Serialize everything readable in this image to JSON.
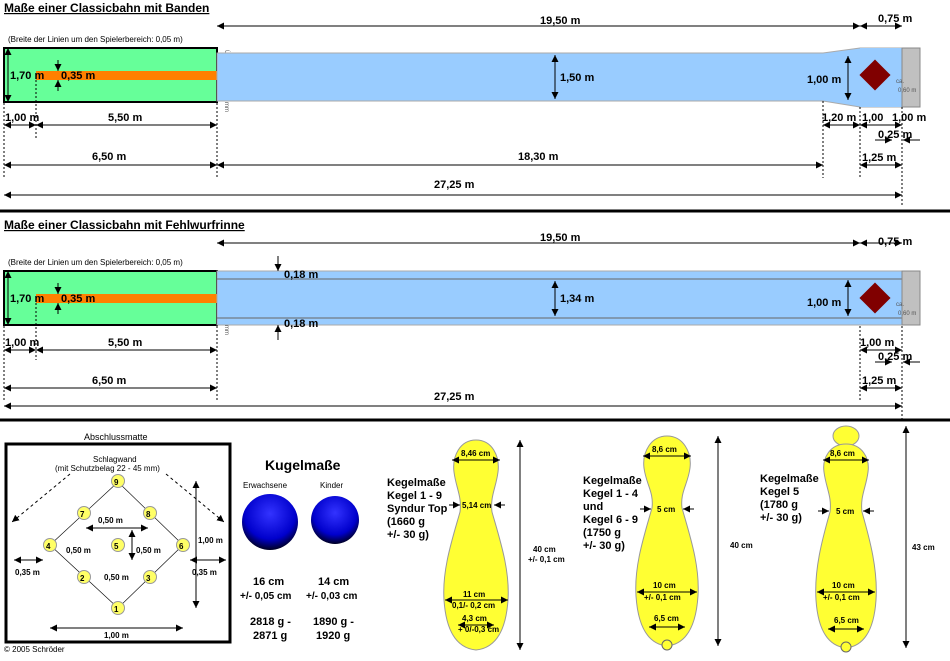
{
  "colors": {
    "green_area": "#66ff99",
    "lane_blue": "#99ccff",
    "orange_line": "#ff8000",
    "pin_diamond": "#800000",
    "end_grey": "#c0c0c0",
    "pin_yellow": "#ffff33",
    "ball_blue": "#0000ff"
  },
  "section1": {
    "title": "Maße einer Classicbahn mit Banden",
    "note": "(Breite der Linien um den Spielerbereich: 0,05 m)",
    "vertical_text": "Übertrittsanzeige 5 mm",
    "d_19_50": "19,50 m",
    "d_0_75": "0,75 m",
    "d_1_70": "1,70 m",
    "d_0_35": "0,35 m",
    "d_1_50": "1,50 m",
    "d_1_00_w": "1,00 m",
    "d_1_00": "1,00 m",
    "d_5_50": "5,50 m",
    "d_1_20": "1,20 m",
    "d_1_00_a": "1,00",
    "d_1_00_b": "1,00 m",
    "d_0_25": "0,25 m",
    "d_6_50": "6,50 m",
    "d_18_30": "18,30 m",
    "d_1_25": "1,25 m",
    "d_27_25": "27,25 m",
    "end_a": "ca.",
    "end_b": "0,60 m"
  },
  "section2": {
    "title": "Maße einer Classicbahn mit Fehlwurfrinne",
    "note": "(Breite der Linien um den Spielerbereich: 0,05 m)",
    "vertical_text": "Übertrittsanzeige 5 mm",
    "d_19_50": "19,50 m",
    "d_0_75": "0,75 m",
    "d_0_18_top": "0,18 m",
    "d_0_18_bot": "0,18 m",
    "d_1_70": "1,70 m",
    "d_0_35": "0,35 m",
    "d_1_34": "1,34 m",
    "d_1_00_w": "1,00 m",
    "d_1_00": "1,00 m",
    "d_5_50": "5,50 m",
    "d_1_00_b": "1,00 m",
    "d_0_25": "0,25 m",
    "d_6_50": "6,50 m",
    "d_1_25": "1,25 m",
    "d_27_25": "27,25 m",
    "end_a": "ca.",
    "end_b": "0,60 m"
  },
  "pin_layout": {
    "title": "Abschlussmatte",
    "wall": "Schlagwand",
    "wall_note": "(mit Schutzbelag 22 - 45 mm)",
    "pins": [
      "1",
      "2",
      "3",
      "4",
      "5",
      "6",
      "7",
      "8",
      "9"
    ],
    "d_0_50_a": "0,50 m",
    "d_0_50_b": "0,50 m",
    "d_0_50_c": "0,50 m",
    "d_0_50_d": "0,50 m",
    "d_0_35_l": "0,35 m",
    "d_0_35_r": "0,35 m",
    "d_1_00_v": "1,00 m",
    "d_1_00_h": "1,00 m",
    "copyright": "© 2005 Schröder"
  },
  "balls": {
    "title": "Kugelmaße",
    "adult_label": "Erwachsene",
    "child_label": "Kinder",
    "adult_size": "16 cm",
    "adult_tol": "+/- 0,05 cm",
    "child_size": "14 cm",
    "child_tol": "+/- 0,03 cm",
    "adult_w1": "2818 g -",
    "adult_w2": "2871 g",
    "child_w1": "1890 g -",
    "child_w2": "1920 g"
  },
  "pin1": {
    "l1": "Kegelmaße",
    "l2": "Kegel 1 - 9",
    "l3": "Syndur Top",
    "l4": "(1660 g",
    "l5": "+/- 30 g)",
    "top_w": "8,46 cm",
    "neck": "5,14 cm",
    "belly": "11 cm",
    "belly_tol": "0,1/- 0,2 cm",
    "base": "4,3 cm",
    "base_tol": "+ 0/-0,3 cm",
    "height": "40 cm",
    "height_tol": "+/- 0,1 cm"
  },
  "pin2": {
    "l1": "Kegelmaße",
    "l2": "Kegel 1 - 4",
    "l3": "und",
    "l4": "Kegel 6 - 9",
    "l5": "(1750 g",
    "l6": "+/- 30 g)",
    "top_w": "8,6 cm",
    "neck": "5 cm",
    "belly": "10 cm",
    "belly_tol": "+/- 0,1 cm",
    "base": "6,5 cm",
    "height": "40 cm"
  },
  "pin3": {
    "l1": "Kegelmaße",
    "l2": "Kegel 5",
    "l3": "(1780 g",
    "l4": "+/- 30 g)",
    "top_w": "8,6 cm",
    "neck": "5 cm",
    "belly": "10 cm",
    "belly_tol": "+/- 0,1 cm",
    "base": "6,5 cm",
    "height": "43 cm"
  }
}
